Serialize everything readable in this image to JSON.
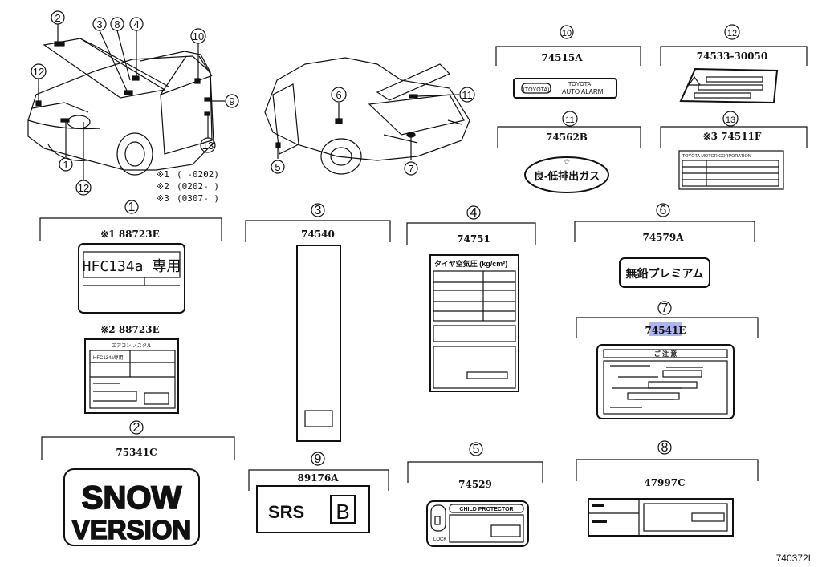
{
  "callouts": {
    "c1": "1",
    "c2": "2",
    "c3": "3",
    "c4": "4",
    "c5": "5",
    "c6": "6",
    "c7": "7",
    "c8": "8",
    "c9": "9",
    "c10": "10",
    "c11": "11",
    "c12": "12",
    "c13": "13"
  },
  "notes": [
    {
      "mark": "※1",
      "range": "(      -0202)"
    },
    {
      "mark": "※2",
      "range": "(0202-      )"
    },
    {
      "mark": "※3",
      "range": "(0307-      )"
    }
  ],
  "parts": {
    "p1a": "※1 88723E",
    "p1b": "※2 88723E",
    "p2": "75341C",
    "p3": "74540",
    "p4": "74751",
    "p5": "74529",
    "p6": "74579A",
    "p7": "74541E",
    "p8": "47997C",
    "p9": "89176A",
    "p10": "74515A",
    "p11": "74562B",
    "p12": "74533-30050",
    "p13": "※3 74511F"
  },
  "label_text": {
    "hfc": "HFC134a 専用",
    "hfc_small_title": "エアコン ノスタル",
    "hfc_small": "HFC134a専用",
    "snow1": "SNOW",
    "snow2": "VERSION",
    "srs": "SRS",
    "srs_b": "B",
    "tire": "タイヤ空気圧 (kg/cm²)",
    "child": "CHILD PROTECTOR",
    "lock": "LOCK",
    "premium": "無鉛プレミアム",
    "caution7": "ご 注 意",
    "alarm1": "TOYOTA",
    "alarm2": "AUTO ALARM",
    "low_emission": "良-低排出ガス",
    "toyota_corp": "TOYOTA MOTOR CORPORATION"
  },
  "figure_id": "740372I"
}
